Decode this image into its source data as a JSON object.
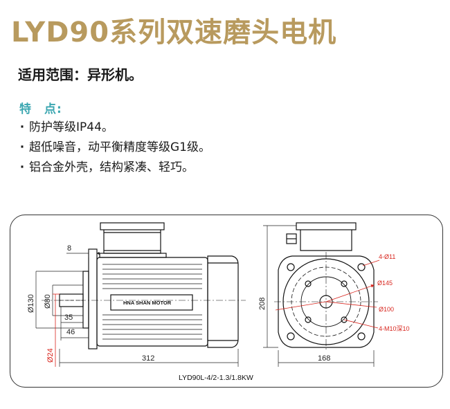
{
  "title": "LYD90系列双速磨头电机",
  "subtitle": "适用范围：异形机。",
  "features_heading": "特　点:",
  "features": [
    "防护等级IP44。",
    "超低噪音，动平衡精度等级G1级。",
    "铝合金外壳，结构紧凑、轻巧。"
  ],
  "drawing": {
    "side_view": {
      "dim_8": "8",
      "dim_130": "Ø130",
      "dim_80": "Ø80",
      "dim_35": "35",
      "dim_46": "46",
      "dim_24": "Ø24",
      "dim_312": "312",
      "nameplate": "HNA SHAN MOTOR"
    },
    "front_view": {
      "dim_208": "208",
      "dim_168": "168",
      "dim_4_11": "4-Ø11",
      "dim_145": "Ø145",
      "dim_100": "Ø100",
      "dim_m10": "4-M10深10"
    },
    "caption": "LYD90L-4/2-1.3/1.8KW"
  },
  "colors": {
    "title": "#b89a5e",
    "features_heading": "#3aa6b0",
    "red_dimension": "#d8251d"
  }
}
